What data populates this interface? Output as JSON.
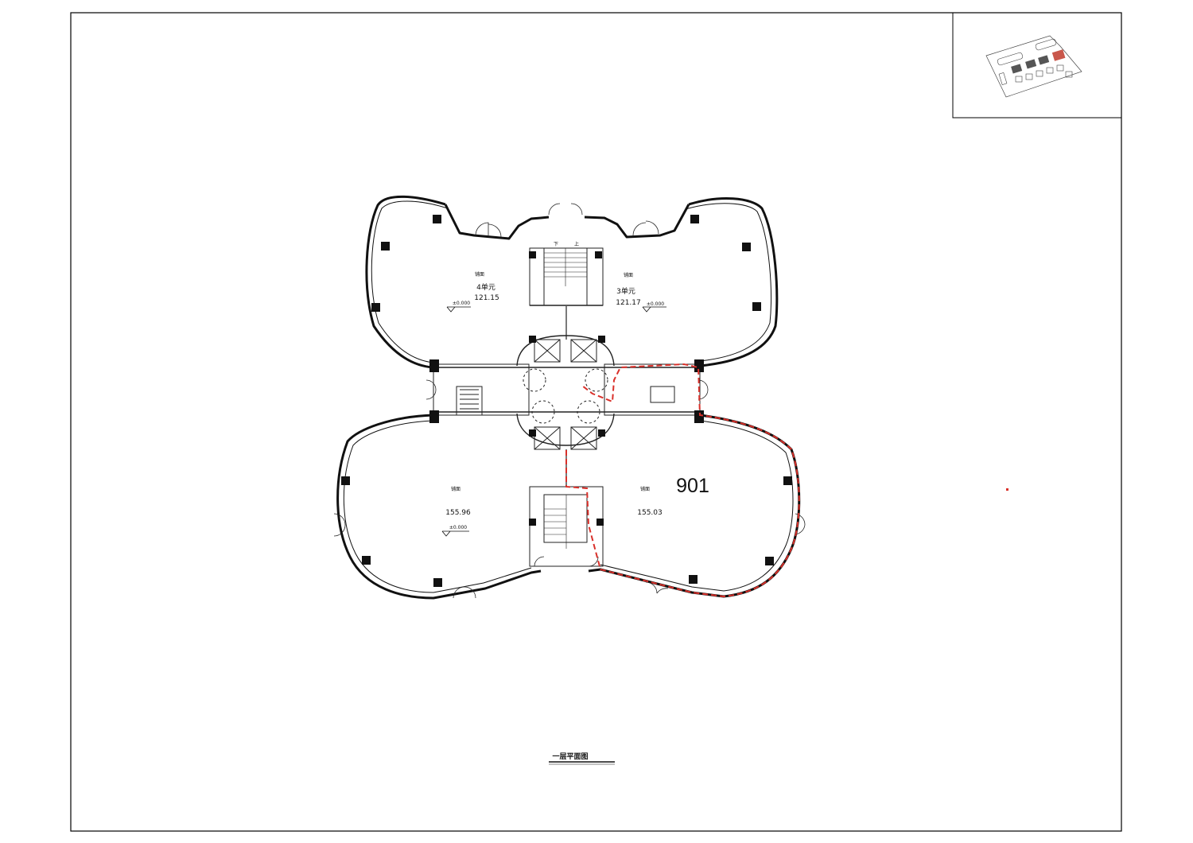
{
  "drawing": {
    "title": "一层平面图",
    "highlighted_unit": "901",
    "datum": "±0.000",
    "accent_color": "#d9302a",
    "units": [
      {
        "id": "4",
        "label": "4单元",
        "room": "铺面",
        "area": "121.15",
        "elevation": "±0.000"
      },
      {
        "id": "3",
        "label": "3单元",
        "room": "铺面",
        "area": "121.17",
        "elevation": "±0.000"
      },
      {
        "id": "sw",
        "label": "",
        "room": "铺面",
        "area": "155.96",
        "elevation": "±0.000"
      },
      {
        "id": "se",
        "label": "",
        "room": "铺面",
        "area": "155.03",
        "elevation": ""
      }
    ],
    "stair_marks": {
      "down": "下",
      "up": "上"
    }
  }
}
